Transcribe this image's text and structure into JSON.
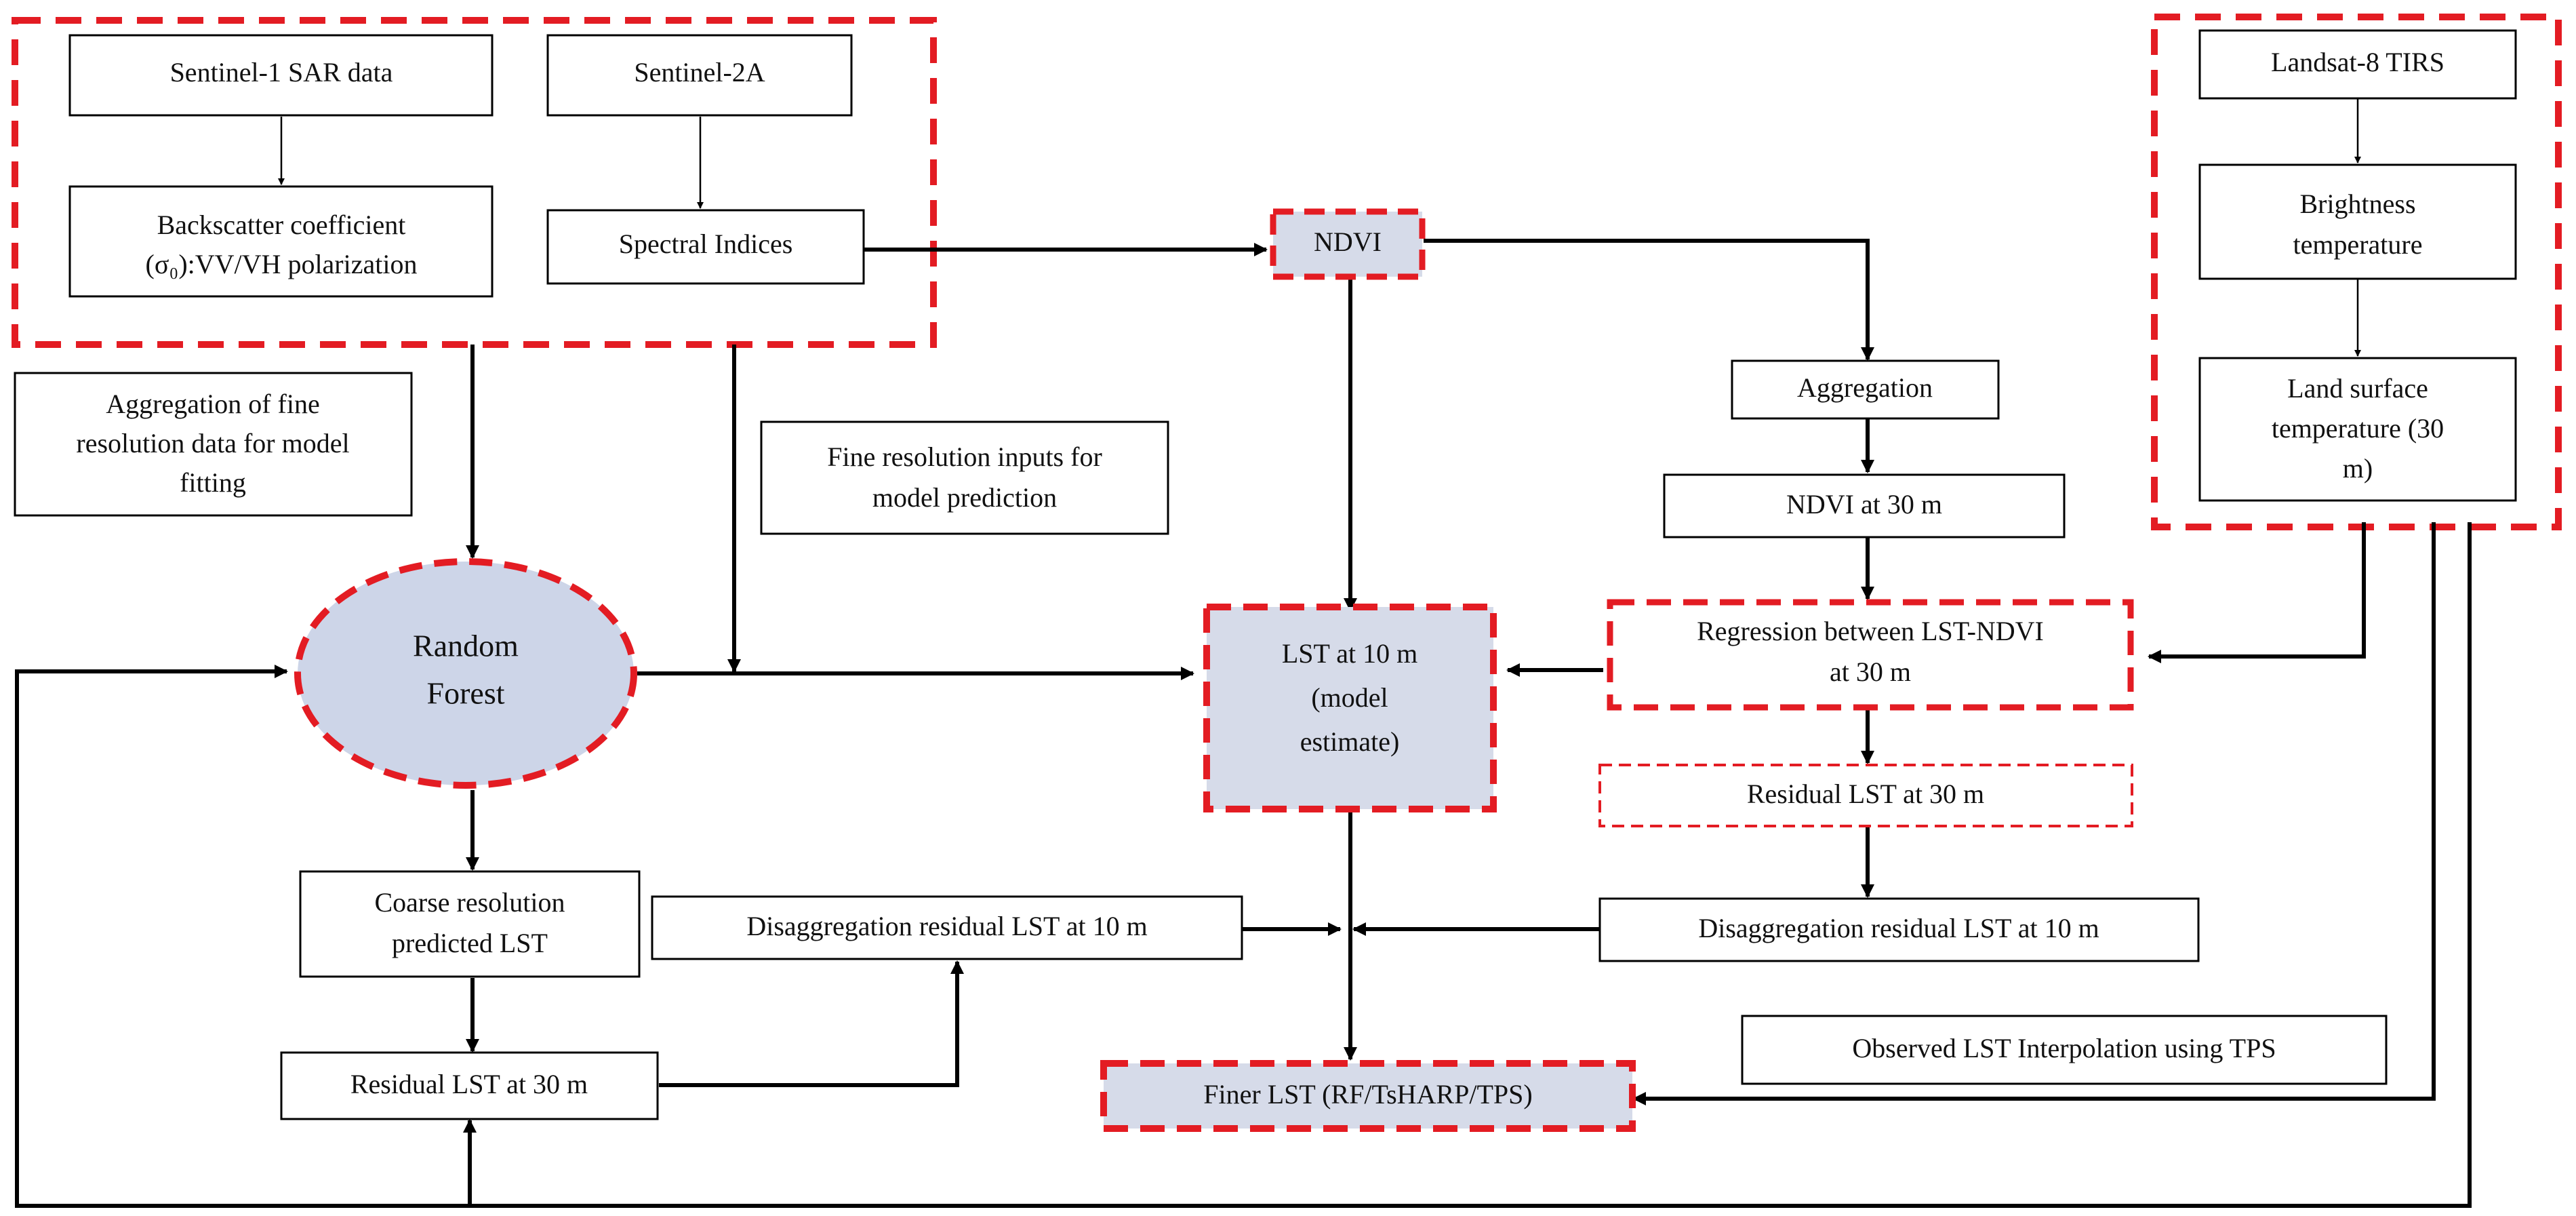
{
  "colors": {
    "dash_red": "#e31c23",
    "highlight_fill": "#d6dbe9",
    "ellipse_fill": "#cdd5e8",
    "line": "#000000",
    "box_border": "#000000"
  },
  "nodes": {
    "sentinel1": "Sentinel-1 SAR data",
    "sentinel2": "Sentinel-2A",
    "backscatter": [
      "Backscatter coefficient",
      "(σ₀):VV/VH polarization"
    ],
    "spectral": "Spectral Indices",
    "ndvi": "NDVI",
    "landsat": "Landsat-8 TIRS",
    "brightness": [
      "Brightness",
      "temperature"
    ],
    "lst30": [
      "Land surface",
      "temperature (30",
      "m)"
    ],
    "agg_fine": [
      "Aggregation of fine",
      "resolution data for model",
      "fitting"
    ],
    "fine_inputs": [
      "Fine resolution inputs for",
      "model prediction"
    ],
    "aggregation": "Aggregation",
    "ndvi30": "NDVI at 30 m",
    "random_forest": [
      "Random",
      "Forest"
    ],
    "lst10": [
      "LST at 10 m",
      "(model",
      "estimate)"
    ],
    "regression": [
      "Regression between LST-NDVI",
      "at 30 m"
    ],
    "residual30_right": "Residual LST at 30 m",
    "coarse": [
      "Coarse resolution",
      "predicted LST"
    ],
    "disagg_left": "Disaggregation residual LST at 10 m",
    "disagg_right": "Disaggregation residual LST at 10 m",
    "observed_tps": "Observed LST Interpolation using TPS",
    "residual30_left": "Residual LST at 30 m",
    "finer": "Finer LST (RF/TsHARP/TPS)"
  }
}
